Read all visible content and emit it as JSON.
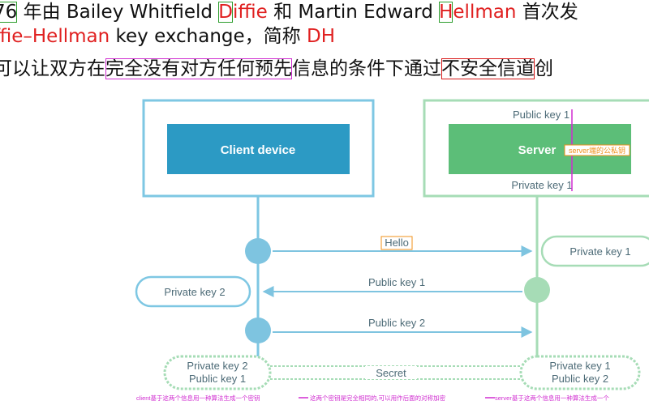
{
  "text": {
    "line1": {
      "year_tail": "76",
      "seg1": " 年由 Bailey Whitfield ",
      "d_letter": "D",
      "iffie": "iffie",
      "seg2": " 和 Martin Edward ",
      "h_letter": "H",
      "ellman": "ellman",
      "seg3": " 首次发"
    },
    "line2": {
      "name": "ffie–Hellman",
      "seg1": " key exchange，简称 ",
      "abbr": "DH"
    },
    "line3": {
      "seg1": "可以让双方在",
      "hl1": "完全没有对方任何预先",
      "seg2": "信息的条件下通过",
      "hl2": "不安全信道",
      "seg3": "创"
    }
  },
  "diagram": {
    "client_label": "Client device",
    "server_label": "Server",
    "server_pub_top": "Public key 1",
    "server_priv_bottom": "Private key 1",
    "server_note": "server端的公私钥",
    "hello_label": "Hello",
    "right_private_key": "Private key 1",
    "left_private_key": "Private key 2",
    "msg_public_key_1": "Public key 1",
    "msg_public_key_2": "Public key 2",
    "client_secret_line1": "Private key 2",
    "client_secret_line2": "Public key 1",
    "secret_label": "Secret",
    "server_secret_line1": "Private key 1",
    "server_secret_line2": "Public key 2",
    "caption_left": "client基于这两个信息用一种算法生成一个密钥",
    "caption_mid": "这两个密钥是完全相同的,可以用作后面的对称加密",
    "caption_right": "server基于这两个信息用一种算法生成一个"
  },
  "colors": {
    "client_fill": "#2c9ac4",
    "server_fill": "#5cbe78",
    "frame_blue": "#7ec7e3",
    "frame_green": "#a6dcb6",
    "dot_blue": "#7ec4e0",
    "dot_green": "#a6dcb6",
    "arrow_blue": "#7ec4e0",
    "pill_text": "#4d6b77",
    "red": "#e02020",
    "magenta": "#d02cd0",
    "orange": "#f0901a"
  }
}
